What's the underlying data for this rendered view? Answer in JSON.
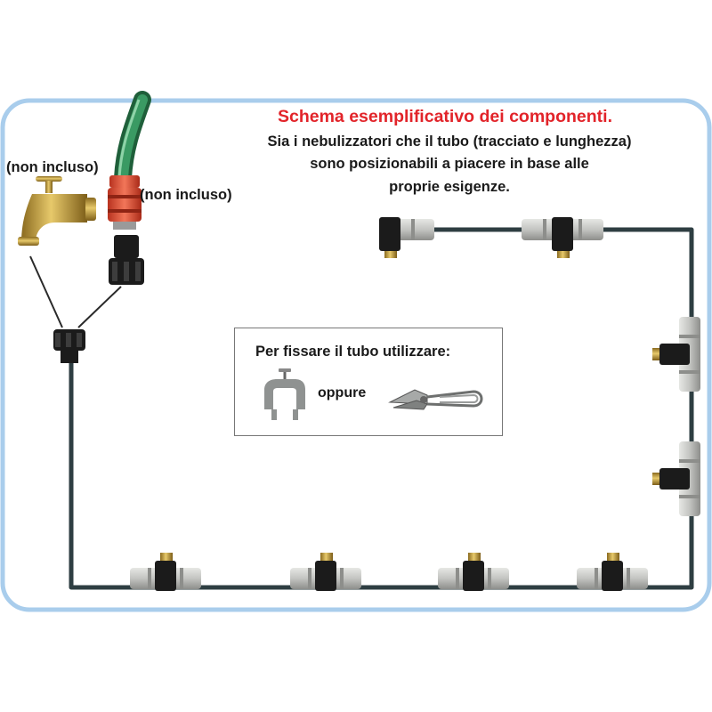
{
  "title": "Schema esemplificativo dei componenti.",
  "notes": [
    "Sia i nebulizzatori che il tubo (tracciato e lunghezza)",
    "sono posizionabili a piacere in base alle",
    "proprie esigenze."
  ],
  "labels": {
    "tap_not_included": "(non incluso)",
    "hose_not_included": "(non incluso)"
  },
  "fixing": {
    "title": "Per fissare il tubo utilizzare:",
    "or": "oppure",
    "options": [
      "nail-clip-icon",
      "tube-clamp-icon"
    ]
  },
  "colors": {
    "frame_border": "#a9cdec",
    "title_red": "#e2242a",
    "tube": "#2e3e42",
    "hose_green": "#2f8a55",
    "connector_red": "#e4533b",
    "brass": "#c9a547",
    "fitting_grey": "#c8c9c6",
    "fitting_black": "#1b1b1b"
  },
  "components": [
    "tap-icon",
    "garden-hose-icon",
    "hose-connector-icon",
    "tap-adapter-icon",
    "y-splitter-icon",
    "mist-tee-nozzle-icon",
    "mist-end-nozzle-icon"
  ]
}
